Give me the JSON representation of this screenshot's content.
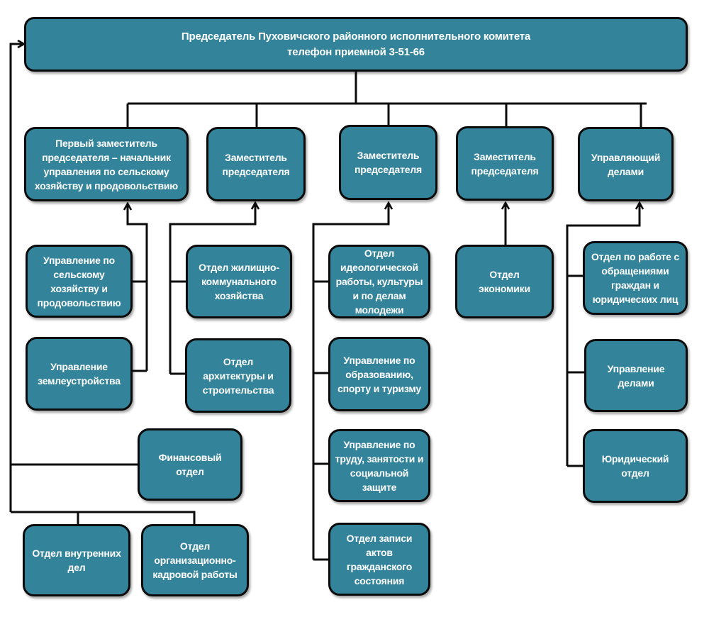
{
  "colors": {
    "box_fill": "#33849b",
    "box_border": "#0b0b0b",
    "text": "#ffffff",
    "connector": "#0b0b0b",
    "background": "#ffffff"
  },
  "chairman": {
    "title": "Председатель Пуховичского районного исполнительного комитета",
    "phone": "телефон приемной 3-51-66"
  },
  "deputies": [
    {
      "label": "Первый заместитель\nпредседателя – начальник\nуправления по сельскому\nхозяйству и продовольствию"
    },
    {
      "label": "Заместитель\nпредседателя"
    },
    {
      "label": "Заместитель\nпредседателя"
    },
    {
      "label": "Заместитель\nпредседателя"
    },
    {
      "label": "Управляющий\nделами"
    }
  ],
  "departments": {
    "first_deputy": [
      {
        "label": "Управление по\nсельскому\nхозяйству и\nпродовольствию"
      },
      {
        "label": "Управление\nземлеустройства"
      }
    ],
    "deputy_2": [
      {
        "label": "Отдел жилищно-\nкоммунального\nхозяйства"
      },
      {
        "label": "Отдел\nархитектуры и\nстроительства"
      }
    ],
    "deputy_3": [
      {
        "label": "Отдел\nидеологической\nработы, культуры\nи по делам\nмолодежи"
      },
      {
        "label": "Управление по\nобразованию,\nспорту и туризму"
      },
      {
        "label": "Управление по\nтруду, занятости и\nсоциальной\nзащите"
      },
      {
        "label": "Отдел записи\nактов\nгражданского\nсостояния"
      }
    ],
    "deputy_4": [
      {
        "label": "Отдел\nэкономики"
      }
    ],
    "head_of_affairs": [
      {
        "label": "Отдел по работе с\nобращениями\nграждан и\nюридических лиц"
      },
      {
        "label": "Управление\nделами"
      },
      {
        "label": "Юридический\nотдел"
      }
    ],
    "direct_to_chairman": [
      {
        "label": "Финансовый\nотдел"
      },
      {
        "label": "Отдел внутренних\nдел"
      },
      {
        "label": "Отдел\nорганизационно-\nкадровой работы"
      }
    ]
  }
}
